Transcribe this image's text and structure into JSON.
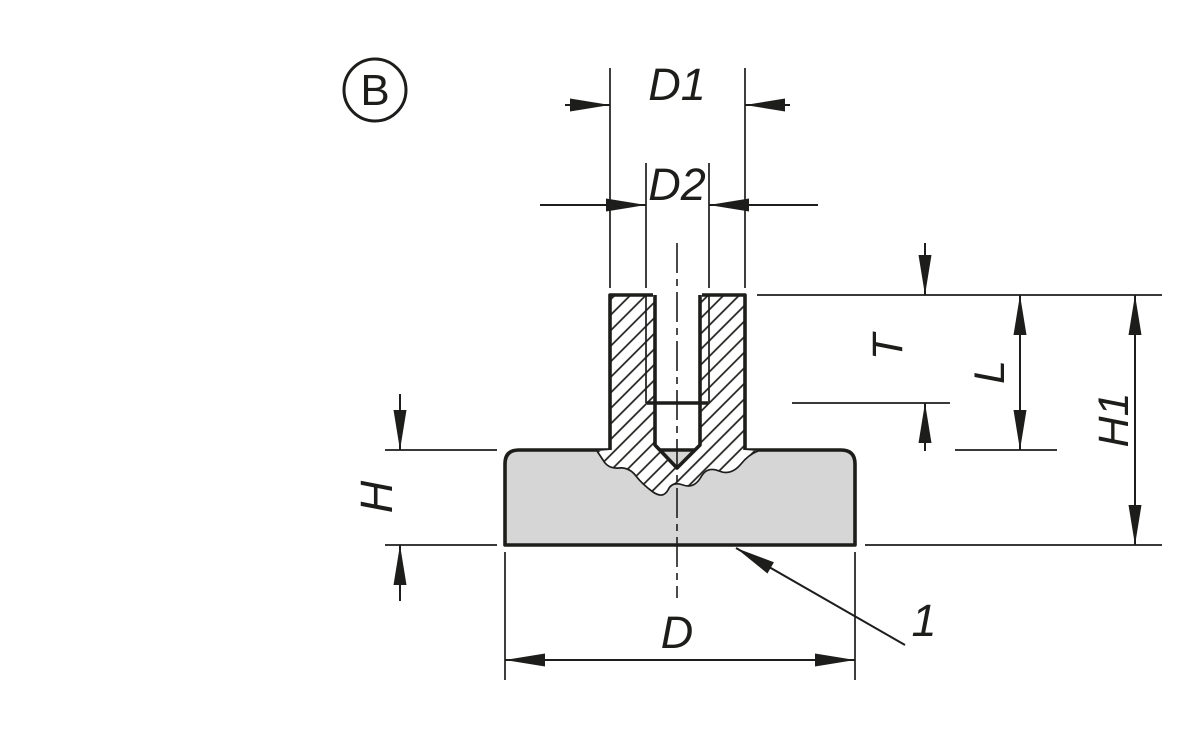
{
  "drawing": {
    "view_label": "B",
    "labels": {
      "d1": "D1",
      "d2": "D2",
      "t": "T",
      "l": "L",
      "h1": "H1",
      "h": "H",
      "d": "D",
      "callout": "1"
    },
    "colors": {
      "line": "#1d1d1b",
      "part_fill": "#d6d6d6",
      "background": "#ffffff"
    }
  }
}
